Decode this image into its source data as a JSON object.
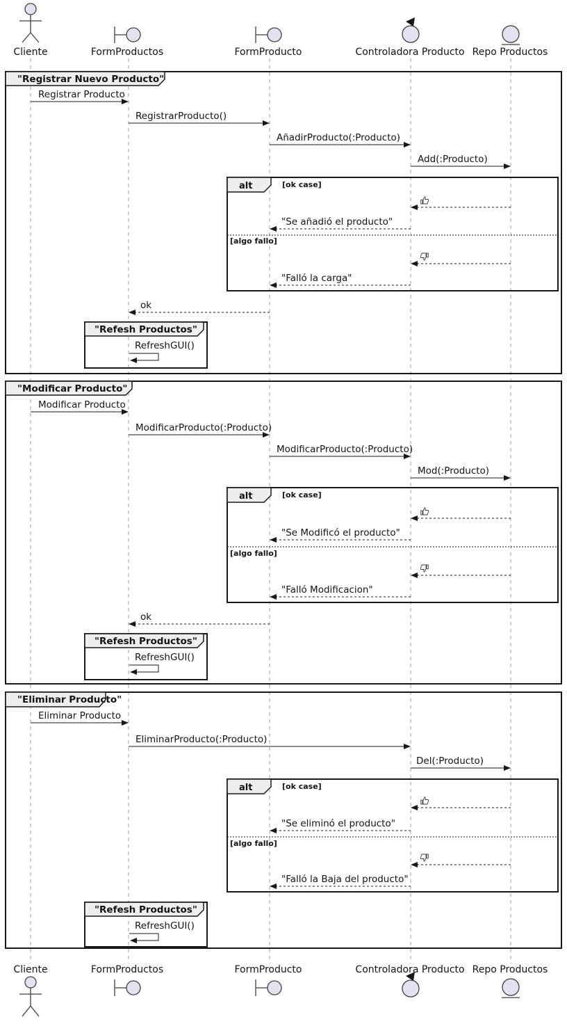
{
  "diagram_type": "uml-sequence-diagram",
  "participants": [
    {
      "id": "cliente",
      "label": "Cliente",
      "kind": "actor",
      "icon": "actor-icon"
    },
    {
      "id": "form-productos",
      "label": "FormProductos",
      "kind": "boundary",
      "icon": "boundary-icon"
    },
    {
      "id": "form-producto",
      "label": "FormProducto",
      "kind": "boundary",
      "icon": "boundary-icon"
    },
    {
      "id": "controladora-producto",
      "label": "Controladora Producto",
      "kind": "control",
      "icon": "control-icon"
    },
    {
      "id": "repo-productos",
      "label": "Repo Productos",
      "kind": "entity",
      "icon": "entity-icon"
    }
  ],
  "frames": {
    "registrar": {
      "title": "\"Registrar Nuevo Producto\"",
      "messages": {
        "registrar_producto": "Registrar Producto",
        "registrar_producto_call": "RegistrarProducto()",
        "anadir_producto": "AñadirProducto(:Producto)",
        "add": "Add(:Producto)"
      },
      "alt": {
        "keyword": "alt",
        "ok_guard": "[ok case]",
        "ok_icon": "thumbs-up-icon",
        "ok_reply": "\"Se añadió el producto\"",
        "fail_guard": "[algo fallo]",
        "fail_icon": "thumbs-down-icon",
        "fail_reply": "\"Falló la carga\""
      },
      "return_label": "ok",
      "refresh": {
        "title": "\"Refesh Productos\"",
        "message": "RefreshGUI()"
      }
    },
    "modificar": {
      "title": "\"Modificar Producto\"",
      "messages": {
        "modificar_producto": "Modificar Producto",
        "modificar_call_1": "ModificarProducto(:Producto)",
        "modificar_call_2": "ModificarProducto(:Producto)",
        "mod": "Mod(:Producto)"
      },
      "alt": {
        "keyword": "alt",
        "ok_guard": "[ok case]",
        "ok_icon": "thumbs-up-icon",
        "ok_reply": "\"Se Modificó el producto\"",
        "fail_guard": "[algo fallo]",
        "fail_icon": "thumbs-down-icon",
        "fail_reply": "\"Falló Modificacion\""
      },
      "return_label": "ok",
      "refresh": {
        "title": "\"Refesh Productos\"",
        "message": "RefreshGUI()"
      }
    },
    "eliminar": {
      "title": "\"Eliminar Producto\"",
      "messages": {
        "eliminar_producto": "Eliminar Producto",
        "eliminar_call": "EliminarProducto(:Producto)",
        "del": "Del(:Producto)"
      },
      "alt": {
        "keyword": "alt",
        "ok_guard": "[ok case]",
        "ok_icon": "thumbs-up-icon",
        "ok_reply": "\"Se eliminó el producto\"",
        "fail_guard": "[algo fallo]",
        "fail_icon": "thumbs-down-icon",
        "fail_reply": "\"Falló la Baja del producto\""
      },
      "refresh": {
        "title": "\"Refesh Productos\"",
        "message": "RefreshGUI()"
      }
    }
  },
  "colors": {
    "line": "#181818",
    "lifeline": "#A0A0A0",
    "frame_tab_bg": "#EEEEEE",
    "icon_fill": "#E2E2F0",
    "background": "#FFFFFF"
  }
}
